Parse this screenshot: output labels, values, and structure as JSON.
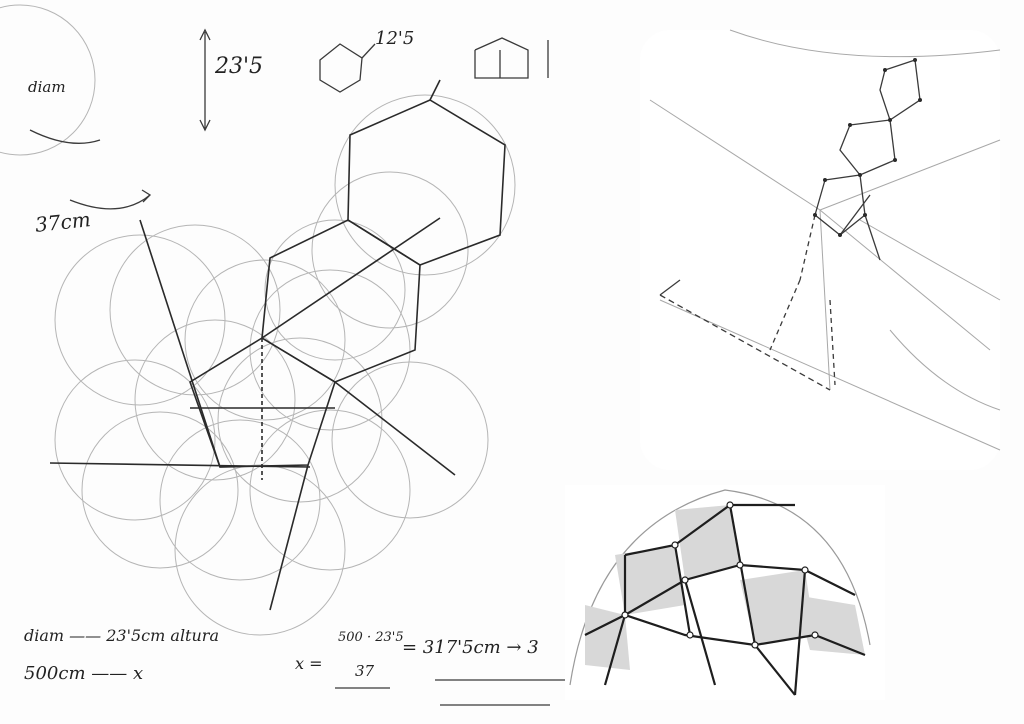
{
  "annotations": {
    "height_label": "23'5",
    "hex_side_label": "12'5",
    "arm_label": "37cm",
    "diam_label": "diam",
    "formula_line1": "diam —— 23'5cm altura",
    "formula_line2": "500cm —— x",
    "formula_numerator": "500 · 23'5",
    "formula_x": "x =",
    "formula_denominator": "37",
    "formula_result": "= 317'5cm → 3"
  },
  "colors": {
    "pencil": "#1e1e1e",
    "light_pencil": "#9a9a9a",
    "paper": "#fdfdfd"
  }
}
